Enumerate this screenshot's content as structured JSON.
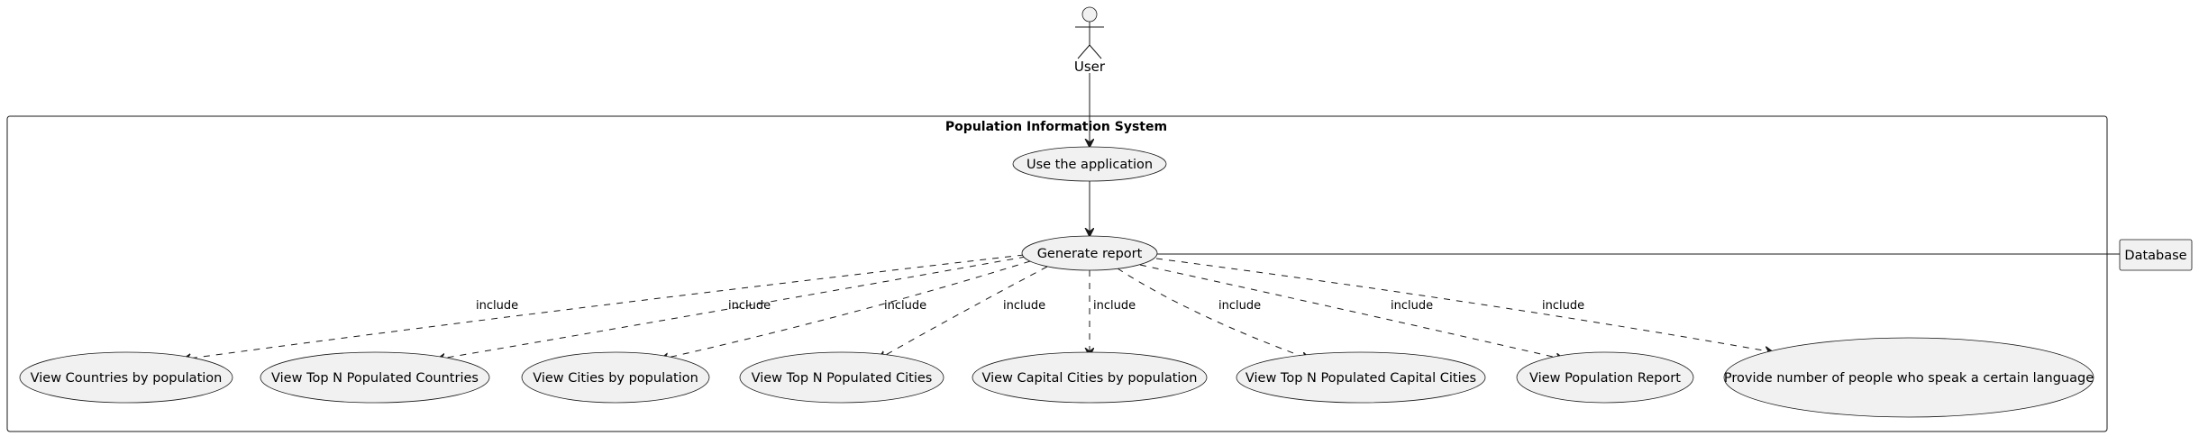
{
  "system": {
    "title": "Population Information System"
  },
  "actors": {
    "user": {
      "label": "User"
    },
    "database": {
      "label": "Database"
    }
  },
  "use_cases": {
    "use_app": "Use the application",
    "generate_report": "Generate report",
    "countries_by_population": "View Countries by population",
    "top_n_countries": "View Top N Populated Countries",
    "cities_by_population": "View Cities by population",
    "top_n_cities": "View Top N Populated Cities",
    "capital_cities_by_population": "View Capital Cities by population",
    "top_n_capital_cities": "View Top N Populated Capital Cities",
    "population_report": "View Population Report",
    "language_speakers": "Provide number of people who speak a certain language"
  },
  "relations": {
    "include_label": "include"
  },
  "colors": {
    "use_case_fill": "#f1f1f1",
    "stroke": "#181818",
    "background": "#ffffff"
  }
}
